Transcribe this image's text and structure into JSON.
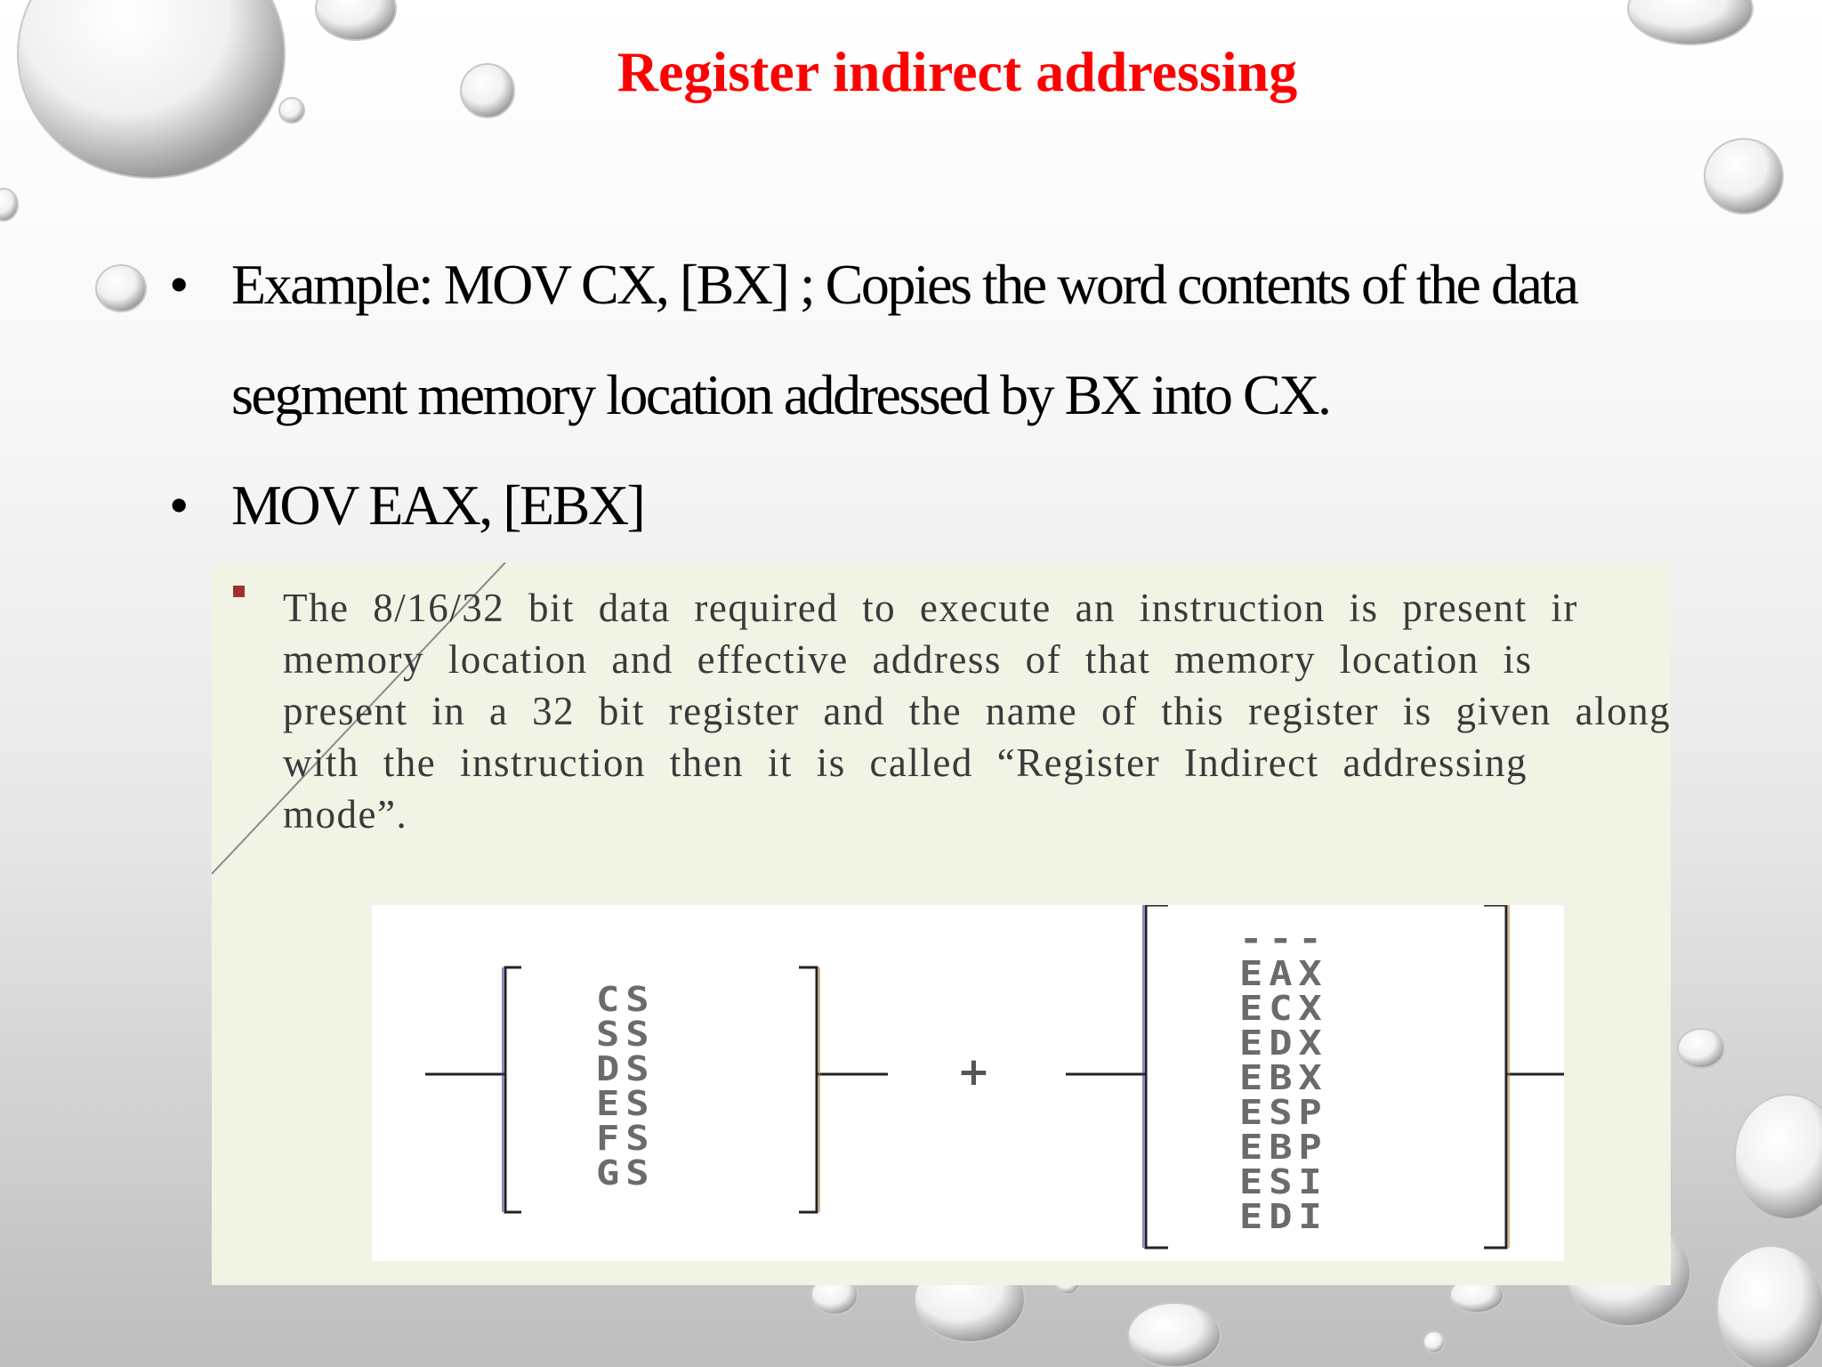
{
  "slide": {
    "title": "Register indirect addressing",
    "bullets": [
      {
        "line1": "Example: MOV CX, [BX] ; Copies the word contents of the data",
        "line2": "segment memory location addressed by BX into CX."
      },
      {
        "line1": "MOV EAX, [EBX]"
      }
    ],
    "bullet_symbol": "•"
  },
  "image_panel": {
    "text_lines": [
      "The 8/16/32 bit data required to execute an instruction  is present ir",
      "memory location and effective address of that memory location is",
      "present in a 32 bit register and the name of this register is given along",
      "with the instruction then it is called “Register Indirect addressing",
      "mode”."
    ],
    "diagram": {
      "segment_registers": [
        "CS",
        "SS",
        "DS",
        "ES",
        "FS",
        "GS"
      ],
      "plus_sign": "+",
      "general_registers_header": "---",
      "general_registers": [
        "EAX",
        "ECX",
        "EDX",
        "EBX",
        "ESP",
        "EBP",
        "ESI",
        "EDI"
      ]
    }
  },
  "colors": {
    "title": "#ff0000",
    "panel_bg": "#f1f3e4",
    "panel_bullet": "#a03030"
  }
}
